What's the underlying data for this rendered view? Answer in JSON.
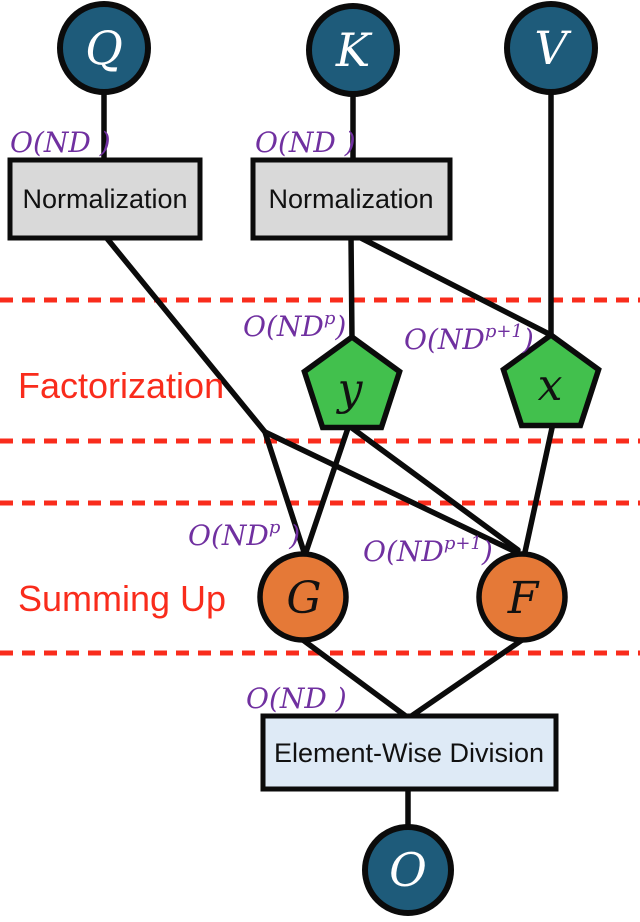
{
  "colors": {
    "teal": "#1E5B7A",
    "green": "#42C04D",
    "orange": "#E57937",
    "gray": "#D9D9D9",
    "lightblue": "#DEEAF6",
    "red": "#F92C1C",
    "purple": "#7030A0",
    "line": "#0B0B0B"
  },
  "nodes": {
    "q": "Q",
    "k": "K",
    "v": "V",
    "norm_q": "Normalization",
    "norm_k": "Normalization",
    "y": "y",
    "x": "x",
    "g": "G",
    "f": "F",
    "division": "Element-Wise Division",
    "o": "O"
  },
  "sections": {
    "factorization": "Factorization",
    "summing_up": "Summing Up"
  },
  "complexity": {
    "q_norm": "O(ND )",
    "k_norm": "O(ND )",
    "y": {
      "base": "O(ND",
      "sup": "p",
      "close": ")"
    },
    "x": {
      "base": "O(ND",
      "sup": "p+1",
      "close": ")"
    },
    "g": {
      "base": "O(ND",
      "sup": "p",
      "close": " )"
    },
    "f": {
      "base": "O(ND",
      "sup": "p+1",
      "close": ")"
    },
    "division": "O(ND )"
  }
}
